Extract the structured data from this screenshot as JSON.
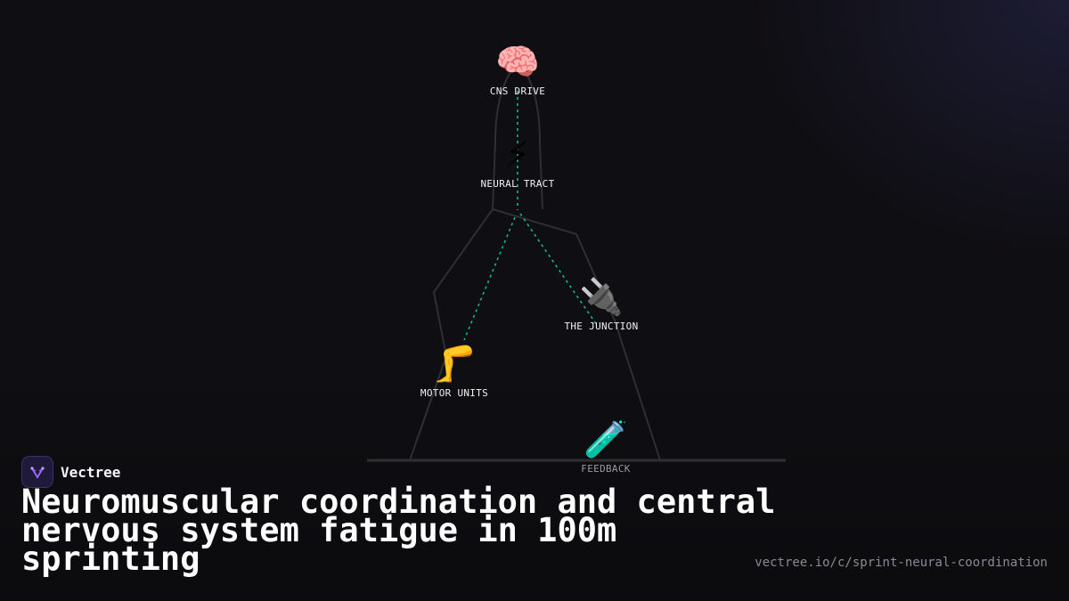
{
  "diagram": {
    "nodes": [
      {
        "id": "cns",
        "icon": "brain-icon",
        "glyph": "🧠",
        "label": "CNS DRIVE"
      },
      {
        "id": "tract",
        "icon": "lightning-icon",
        "glyph": "⚡",
        "label": "NEURAL TRACT"
      },
      {
        "id": "junction",
        "icon": "plug-icon",
        "glyph": "🔌",
        "label": "THE JUNCTION"
      },
      {
        "id": "motor",
        "icon": "leg-icon",
        "glyph": "🦵",
        "label": "MOTOR UNITS"
      },
      {
        "id": "feedback",
        "icon": "test-tube-icon",
        "glyph": "🧪",
        "label": "FEEDBACK"
      }
    ],
    "line_color": "#2f2f33",
    "link_color": "#12b886"
  },
  "brand": {
    "name": "Vectree",
    "logo_icon": "vectree-logo-icon"
  },
  "title": "Neuromuscular coordination and central nervous system fatigue in 100m sprinting",
  "url": "vectree.io/c/sprint-neural-coordination"
}
